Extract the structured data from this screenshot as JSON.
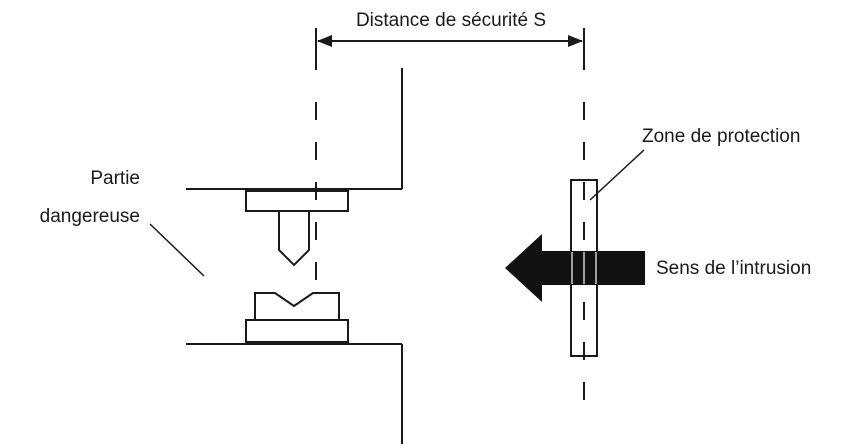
{
  "labels": {
    "distance": "Distance de sécurité S",
    "zone": "Zone de protection",
    "partie_line1": "Partie",
    "partie_line2": "dangereuse",
    "sens": "Sens de l’intrusion"
  },
  "colors": {
    "line": "#1a1a1a",
    "arrow_fill": "#111111",
    "background": "#ffffff"
  }
}
